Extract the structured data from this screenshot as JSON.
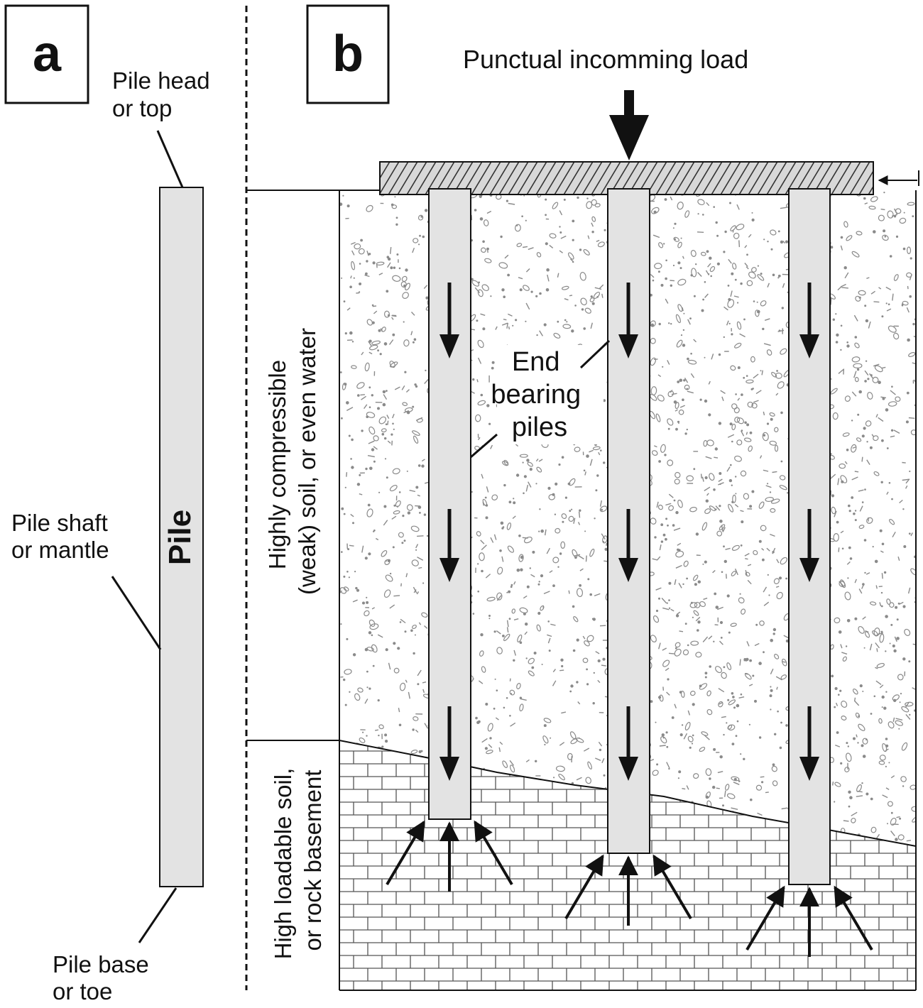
{
  "panels": {
    "a": {
      "letter": "a"
    },
    "b": {
      "letter": "b"
    }
  },
  "panel_a": {
    "pile_text": "Pile",
    "head_label": [
      "Pile head",
      "or top"
    ],
    "shaft_label": [
      "Pile shaft",
      "or mantle"
    ],
    "base_label": [
      "Pile base",
      "or toe"
    ]
  },
  "panel_b": {
    "load_label": "Punctual incomming load",
    "end_bearing_label": [
      "End",
      "bearing",
      "piles"
    ],
    "weak_layer_label": [
      "Highly compressible",
      "(weak) soil, or even water"
    ],
    "strong_layer_label": [
      "High loadable soil,",
      "or rock basement"
    ]
  },
  "colors": {
    "pile_fill": "#e3e3e3",
    "ink": "#111111",
    "soil_speckle": "#8a8a8a",
    "brick_line": "#555555"
  }
}
